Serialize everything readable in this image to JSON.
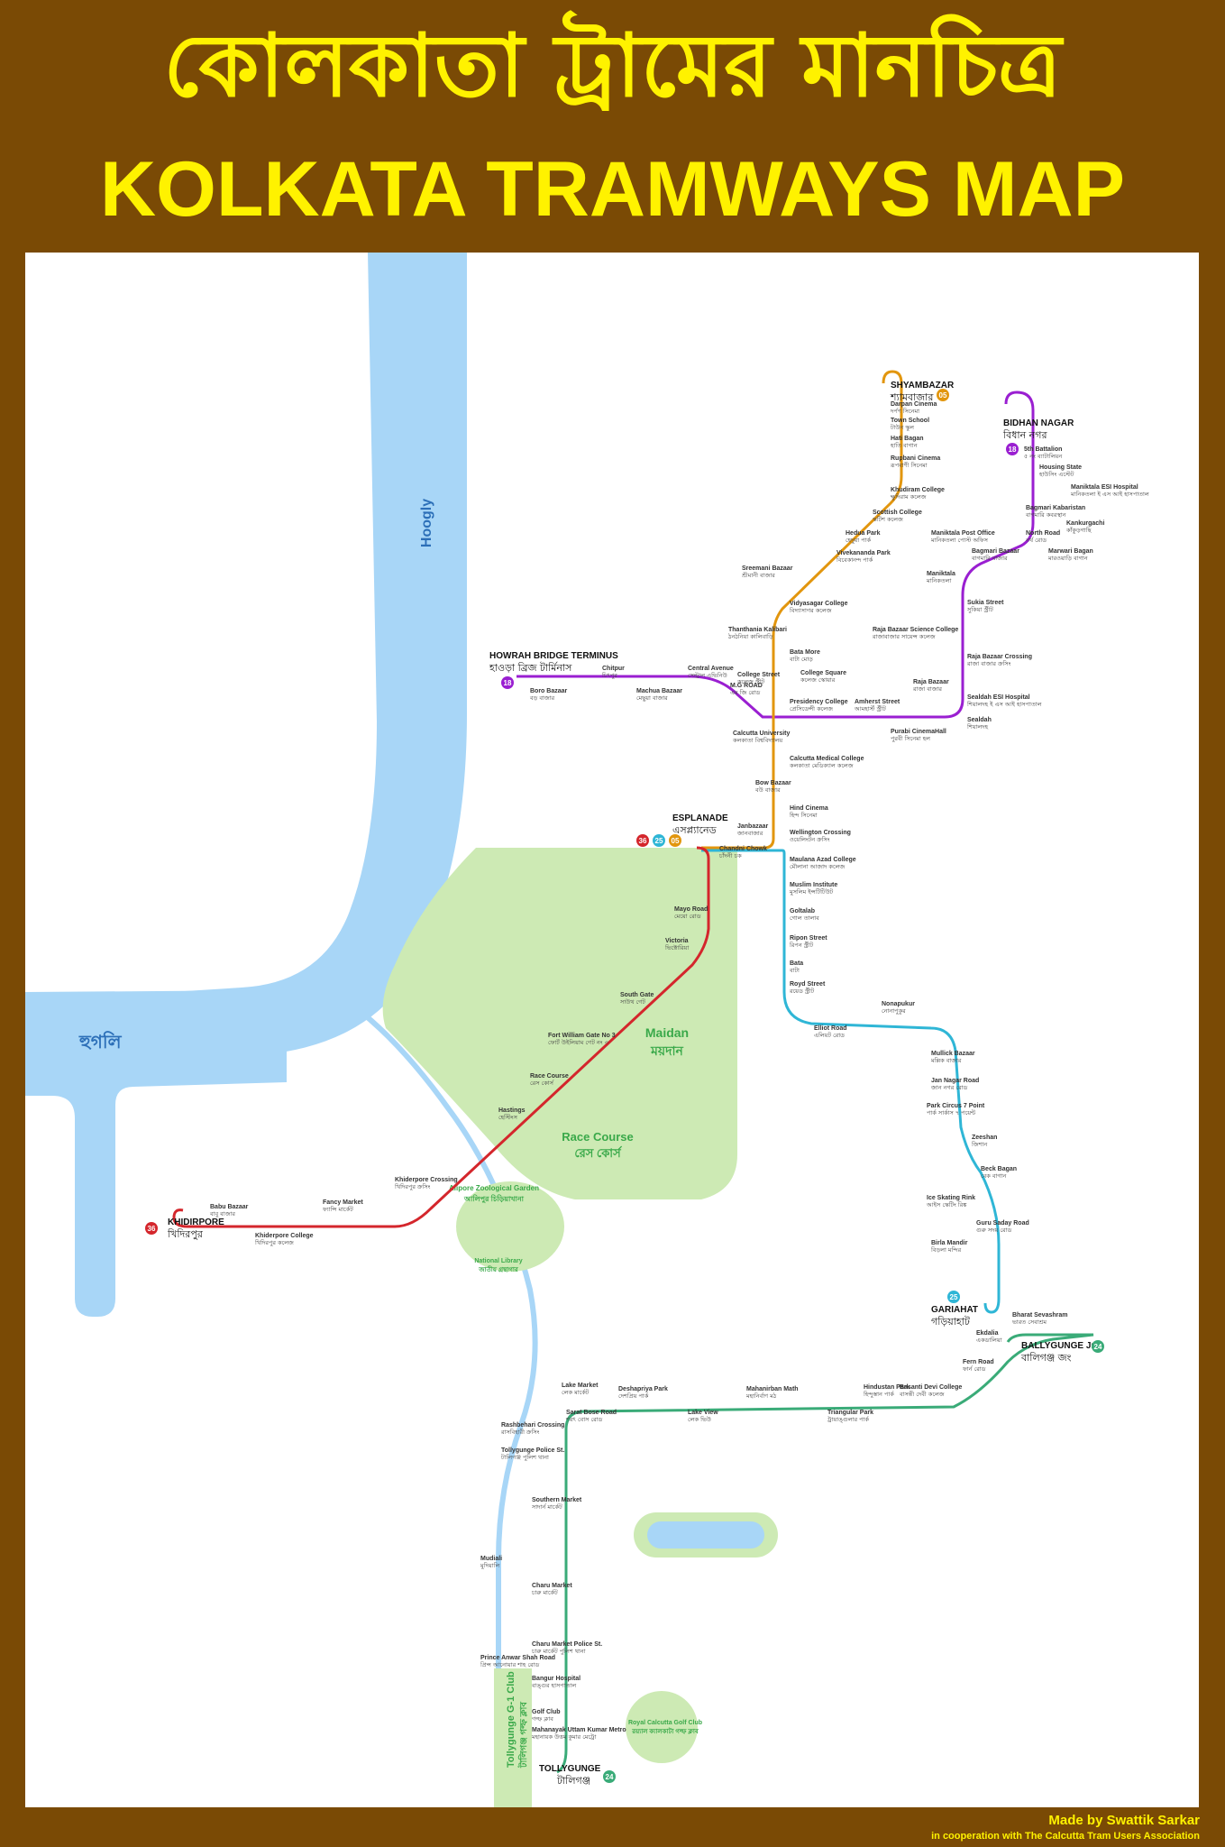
{
  "header": {
    "title_bengali": "কোলকাতা ট্রামের মানচিত্র",
    "title_english": "KOLKATA TRAMWAYS MAP"
  },
  "footer": {
    "credit": "Made by Swattik Sarkar",
    "cooperation": "in cooperation with The Calcutta Tram Users Association"
  },
  "colors": {
    "frame": "#7a4a05",
    "title": "#fff200",
    "river": "#a8d6f7",
    "park": "#cdeab4",
    "route_18": "#9a1fd1",
    "route_5": "#e2960e",
    "route_25": "#2fb6d6",
    "route_36": "#d4262c",
    "route_24": "#3aab78"
  },
  "map_labels": {
    "river_en": "Hoogly",
    "river_bn": "হুগলি",
    "maidan_en": "Maidan",
    "maidan_bn": "ময়দান",
    "race_course_en": "Race Course",
    "race_course_bn": "রেস কোর্স",
    "zoo_en": "Alipore Zoological Garden",
    "zoo_bn": "আলিপুর চিড়িয়াখানা",
    "library_en": "National Library",
    "library_bn": "জাতীয় গ্রন্থাগার",
    "golf_en": "Royal Calcutta Golf Club",
    "golf_bn": "রয়্যাল ক্যালকাটা গল্ফ ক্লাব",
    "tolly_club_en": "Tollygunge G-1 Club",
    "tolly_club_bn": "টালিগঞ্জ গল্ফ ক্লাব"
  },
  "terminals": [
    {
      "id": "shyambazar",
      "en": "SHYAMBAZAR",
      "bn": "শ্যামবাজার",
      "route": "05"
    },
    {
      "id": "bidhan",
      "en": "BIDHAN NAGAR",
      "bn": "বিধান নগর",
      "route": "18"
    },
    {
      "id": "howrah",
      "en": "HOWRAH BRIDGE TERMINUS",
      "bn": "হাওড়া ব্রিজ টার্মিনাস",
      "route": "18"
    },
    {
      "id": "esplanade",
      "en": "ESPLANADE",
      "bn": "এসপ্ল্যানেড",
      "routes": [
        "36",
        "25",
        "05"
      ]
    },
    {
      "id": "khidirpore",
      "en": "KHIDIRPORE",
      "bn": "খিদিরপুর",
      "route": "36"
    },
    {
      "id": "gariahat",
      "en": "GARIAHAT",
      "bn": "গড়িয়াহাট",
      "route": "25"
    },
    {
      "id": "ballygunge",
      "en": "BALLYGUNGE Jn.",
      "bn": "বালিগঞ্জ জং",
      "route": "24"
    },
    {
      "id": "tollygunge",
      "en": "TOLLYGUNGE",
      "bn": "টালিগঞ্জ",
      "route": "24"
    }
  ],
  "stations": [
    {
      "en": "Darpan Cinema",
      "bn": "দর্পণ সিনেমা"
    },
    {
      "en": "Town School",
      "bn": "টাউন স্কুল"
    },
    {
      "en": "Hati Bagan",
      "bn": "হাতি বাগান"
    },
    {
      "en": "Rupbani Cinema",
      "bn": "রূপবাণী সিনেমা"
    },
    {
      "en": "Khudiram College",
      "bn": "ক্ষুদিরাম কলেজ"
    },
    {
      "en": "Scottish College",
      "bn": "স্কটিশ কলেজ"
    },
    {
      "en": "Hedua Park",
      "bn": "হেদুয়া পার্ক"
    },
    {
      "en": "Vivekananda Park",
      "bn": "বিবেকানন্দ পার্ক"
    },
    {
      "en": "Sreemani Bazaar",
      "bn": "শ্রীমানী বাজার"
    },
    {
      "en": "Vidyasagar College",
      "bn": "বিদ্যাসাগর কলেজ"
    },
    {
      "en": "Thanthania Kalibari",
      "bn": "ঠনঠনিয়া কালিবাড়ি"
    },
    {
      "en": "Bata More",
      "bn": "বাটা মোড়"
    },
    {
      "en": "College Street",
      "bn": "কলেজ স্ট্রীট"
    },
    {
      "en": "College Square",
      "bn": "কলেজ স্কোয়ার"
    },
    {
      "en": "Chitpur",
      "bn": "চিৎপুর"
    },
    {
      "en": "Central Avenue",
      "bn": "সেন্ট্রাল এভিনিউ"
    },
    {
      "en": "Boro Bazaar",
      "bn": "বড় বাজার"
    },
    {
      "en": "Machua Bazaar",
      "bn": "মেছুয়া বাজার"
    },
    {
      "en": "M.G ROAD",
      "bn": "এম জি রোড"
    },
    {
      "en": "Presidency College",
      "bn": "প্রেসিডেন্সী কলেজ"
    },
    {
      "en": "Amherst Street",
      "bn": "আমহার্স্ট স্ট্রীট"
    },
    {
      "en": "Purabi CinemaHall",
      "bn": "পুরবী সিনেমা হল"
    },
    {
      "en": "Calcutta University",
      "bn": "কলকাতা বিশ্ববিদ্যালয়"
    },
    {
      "en": "Calcutta Medical College",
      "bn": "কলকাতা মেডিক্যাল কলেজ"
    },
    {
      "en": "Bow Bazaar",
      "bn": "বউ বাজার"
    },
    {
      "en": "Hind Cinema",
      "bn": "হিন্দ সিনেমা"
    },
    {
      "en": "Janbazaar",
      "bn": "জানবাজার"
    },
    {
      "en": "Wellington Crossing",
      "bn": "ওয়েলিংটন ক্রসিং"
    },
    {
      "en": "Chandni Chowk",
      "bn": "চাঁদনী চক"
    },
    {
      "en": "Maulana Azad College",
      "bn": "মৌলানা আজাদ কলেজ"
    },
    {
      "en": "Muslim Institute",
      "bn": "মুসলিম ইন্সটিটিউট"
    },
    {
      "en": "Goltalab",
      "bn": "গোল তালাব"
    },
    {
      "en": "Ripon Street",
      "bn": "রিপন স্ট্রীট"
    },
    {
      "en": "Bata",
      "bn": "বাটা"
    },
    {
      "en": "Royd Street",
      "bn": "রয়েড স্ট্রীট"
    },
    {
      "en": "Nonapukur",
      "bn": "নোনাপুকুর"
    },
    {
      "en": "Elliot Road",
      "bn": "এলিয়ট রোড"
    },
    {
      "en": "Mullick Bazaar",
      "bn": "মল্লিক বাজার"
    },
    {
      "en": "Jan Nagar Road",
      "bn": "জান নগর রোড"
    },
    {
      "en": "Park Circus 7 Point",
      "bn": "পার্ক সার্কাস ৭ পয়েন্ট"
    },
    {
      "en": "Zeeshan",
      "bn": "জিশান"
    },
    {
      "en": "Beck Bagan",
      "bn": "বেক বাগান"
    },
    {
      "en": "Ice Skating Rink",
      "bn": "আইস স্কেটিং রিঙ্ক"
    },
    {
      "en": "Guru Saday Road",
      "bn": "গুরু সদয় রোড"
    },
    {
      "en": "Birla Mandir",
      "bn": "বিড়লা মন্দির"
    },
    {
      "en": "5th Battalion",
      "bn": "৫ নং ব্যাটালিয়ন"
    },
    {
      "en": "Housing State",
      "bn": "হাউসিং এস্টেট"
    },
    {
      "en": "Maniktala ESI Hospital",
      "bn": "মানিকতলা ই এস আই হাসপাতাল"
    },
    {
      "en": "Bagmari Kabaristan",
      "bn": "বাগমারি কবরস্থান"
    },
    {
      "en": "Kankurgachi",
      "bn": "কাঁকুড়গাছি"
    },
    {
      "en": "Maniktala Post Office",
      "bn": "মানিকতলা পোস্ট অফিস"
    },
    {
      "en": "North Road",
      "bn": "নর্থ রোড"
    },
    {
      "en": "Bagmari Bazaar",
      "bn": "বাগমারি বাজার"
    },
    {
      "en": "Marwari Bagan",
      "bn": "মারওয়াড়ি বাগান"
    },
    {
      "en": "Maniktala",
      "bn": "মানিকতলা"
    },
    {
      "en": "Sukia Street",
      "bn": "সুকিয়া স্ট্রীট"
    },
    {
      "en": "Raja Bazaar Science College",
      "bn": "রাজাবাজার সায়েন্স কলেজ"
    },
    {
      "en": "Raja Bazaar Crossing",
      "bn": "রাজা বাজার ক্রসিং"
    },
    {
      "en": "Raja Bazaar",
      "bn": "রাজা বাজার"
    },
    {
      "en": "Sealdah ESI Hospital",
      "bn": "শিয়ালদহ ই এস আই হাসপাতাল"
    },
    {
      "en": "Sealdah",
      "bn": "শিয়ালদহ"
    },
    {
      "en": "Mayo Road",
      "bn": "মেয়ো রোড"
    },
    {
      "en": "Victoria",
      "bn": "ভিক্টোরিয়া"
    },
    {
      "en": "South Gate",
      "bn": "সাউথ গেট"
    },
    {
      "en": "Fort William Gate No 3",
      "bn": "ফোর্ট উইলিয়াম গেট নং ৩"
    },
    {
      "en": "Race Course",
      "bn": "রেস কোর্স"
    },
    {
      "en": "Hastings",
      "bn": "হেস্টিংস"
    },
    {
      "en": "Khiderpore Crossing",
      "bn": "খিদিরপুর ক্রসিং"
    },
    {
      "en": "Fancy Market",
      "bn": "ফ্যান্সি মার্কেট"
    },
    {
      "en": "Babu Bazaar",
      "bn": "বাবু বাজার"
    },
    {
      "en": "Khiderpore College",
      "bn": "খিদিরপুর কলেজ"
    },
    {
      "en": "Bharat Sevashram",
      "bn": "ভারত সেবাশ্রম"
    },
    {
      "en": "Ekdalia",
      "bn": "একডালিয়া"
    },
    {
      "en": "Fern Road",
      "bn": "ফার্ন রোড"
    },
    {
      "en": "Basanti Devi College",
      "bn": "বাসন্তী দেবী কলেজ"
    },
    {
      "en": "Hindustan Park",
      "bn": "হিন্দুস্তান পার্ক"
    },
    {
      "en": "Triangular Park",
      "bn": "ট্রায়াঙ্গুলার পার্ক"
    },
    {
      "en": "Mahanirban Math",
      "bn": "মহানির্বাণ মঠ"
    },
    {
      "en": "Lake View",
      "bn": "লেক ভিউ"
    },
    {
      "en": "Deshapriya Park",
      "bn": "দেশপ্রিয় পার্ক"
    },
    {
      "en": "Sarat Bose Road",
      "bn": "শরৎ বোস রোড"
    },
    {
      "en": "Lake Market",
      "bn": "লেক মার্কেট"
    },
    {
      "en": "Rashbehari Crossing",
      "bn": "রাসবিহারী ক্রসিং"
    },
    {
      "en": "Tollygunge Police St.",
      "bn": "টালিগঞ্জ পুলিশ থানা"
    },
    {
      "en": "Southern Market",
      "bn": "সাদার্ন মার্কেট"
    },
    {
      "en": "Mudiali",
      "bn": "মুদিয়ালি"
    },
    {
      "en": "Charu Market",
      "bn": "চারু মার্কেট"
    },
    {
      "en": "Charu Market Police St.",
      "bn": "চারু মার্কেট পুলিশ থানা"
    },
    {
      "en": "Prince Anwar Shah Road",
      "bn": "প্রিন্স আনোয়ার শাহ রোড"
    },
    {
      "en": "Bangur Hospital",
      "bn": "বাঙ্গুর হাসপাতাল"
    },
    {
      "en": "Golf Club",
      "bn": "গল্ফ ক্লাব"
    },
    {
      "en": "Mahanayak Uttam Kumar Metro",
      "bn": "মহানায়ক উত্তম কুমার মেট্রো"
    }
  ]
}
